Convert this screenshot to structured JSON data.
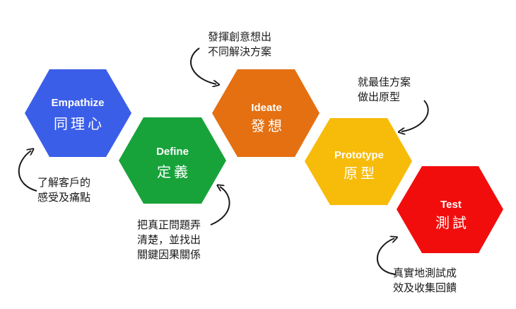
{
  "stages": [
    {
      "title": "Empathize",
      "subtitle": "同理心",
      "color": "#3b5ee8"
    },
    {
      "title": "Define",
      "subtitle": "定義",
      "color": "#17a33a"
    },
    {
      "title": "Ideate",
      "subtitle": "發想",
      "color": "#e47012"
    },
    {
      "title": "Prototype",
      "subtitle": "原型",
      "color": "#f7bb0a"
    },
    {
      "title": "Test",
      "subtitle": "測試",
      "color": "#f20d0d"
    }
  ],
  "notes": {
    "empathize": [
      "了解客戶的",
      "感受及痛點"
    ],
    "define": [
      "把真正問題弄",
      "清楚，並找出",
      "關鍵因果關係"
    ],
    "ideate": [
      "發揮創意想出",
      "不同解決方案"
    ],
    "prototype": [
      "就最佳方案",
      "做出原型"
    ],
    "test": [
      "真實地測試成",
      "效及收集回饋"
    ]
  }
}
